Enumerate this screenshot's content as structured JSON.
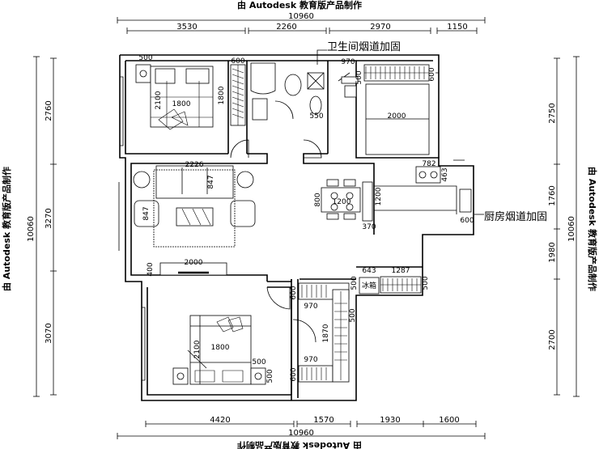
{
  "watermark": "由 Autodesk 教育版产品制作",
  "top_dims": {
    "total": "10960",
    "segments": [
      "3530",
      "2260",
      "2970",
      "1150"
    ]
  },
  "bottom_dims": {
    "total": "10960",
    "segments": [
      "4420",
      "1570",
      "1930",
      "1600"
    ]
  },
  "left_dims": {
    "total": "10060",
    "segments": [
      "2760",
      "3270",
      "3070"
    ]
  },
  "right_dims": {
    "total": "10060",
    "segments": [
      "2750",
      "1760",
      "1980",
      "2700"
    ]
  },
  "notes": {
    "bathroom_flue": "卫生间烟道加固",
    "kitchen_flue": "厨房烟道加固"
  },
  "labels": {
    "master_nightstand": "500",
    "master_wardrobe_depth": "600",
    "master_bed_width": "1800",
    "master_bed_length": "2100",
    "master_wardrobe_length": "1800",
    "study_desk": "970",
    "study_desk_depth": "500",
    "study_shelf_depth": "600",
    "basin": "550",
    "study_bed": "2000",
    "sofa_width": "2226",
    "sofa_depth": "847",
    "armchair_depth": "847",
    "dining_depth": "800",
    "dining_width": "1200",
    "counter_length": "1200",
    "counter_depth": "370",
    "stove": "782",
    "stove_depth": "463",
    "sink_depth": "600",
    "tv_depth": "400",
    "tv_width": "2000",
    "fridge_width": "643",
    "cabinet_width": "1287",
    "cabinet_depth_left": "500",
    "cabinet_depth_right": "500",
    "fridge": "冰箱",
    "closet_top_depth": "600",
    "closet_top_width": "970",
    "closet_length": "1870",
    "closet_bottom_width": "970",
    "closet_bottom_depth": "600",
    "closet_side": "500",
    "bed2_width": "1800",
    "bed2_length": "2100",
    "bed2_nightstand": "500",
    "bed2_nightstand_depth": "500"
  }
}
